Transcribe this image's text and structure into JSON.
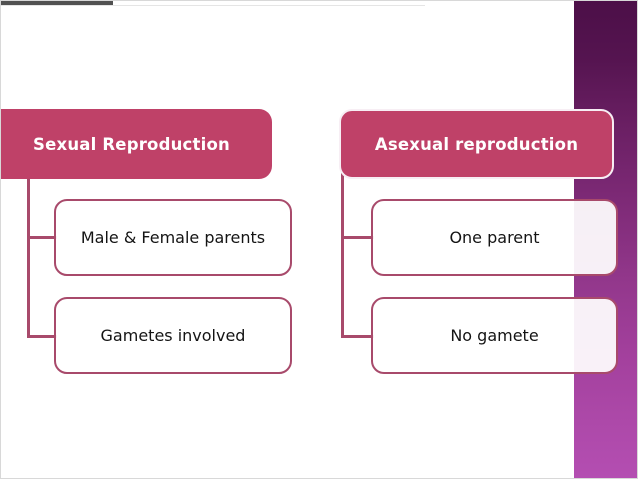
{
  "slide": {
    "background_color": "#ffffff",
    "accent_color": "#bf4168",
    "border_color": "#a84a6b",
    "band_top_color": "#4c0f48",
    "band_bottom_color": "#b44eb2"
  },
  "diagram": {
    "type": "two-column-hierarchy",
    "columns": [
      {
        "header": "Sexual Reproduction",
        "children": [
          "Male & Female parents",
          "Gametes involved"
        ]
      },
      {
        "header": "Asexual reproduction",
        "children": [
          "One parent",
          "No gamete"
        ]
      }
    ]
  }
}
